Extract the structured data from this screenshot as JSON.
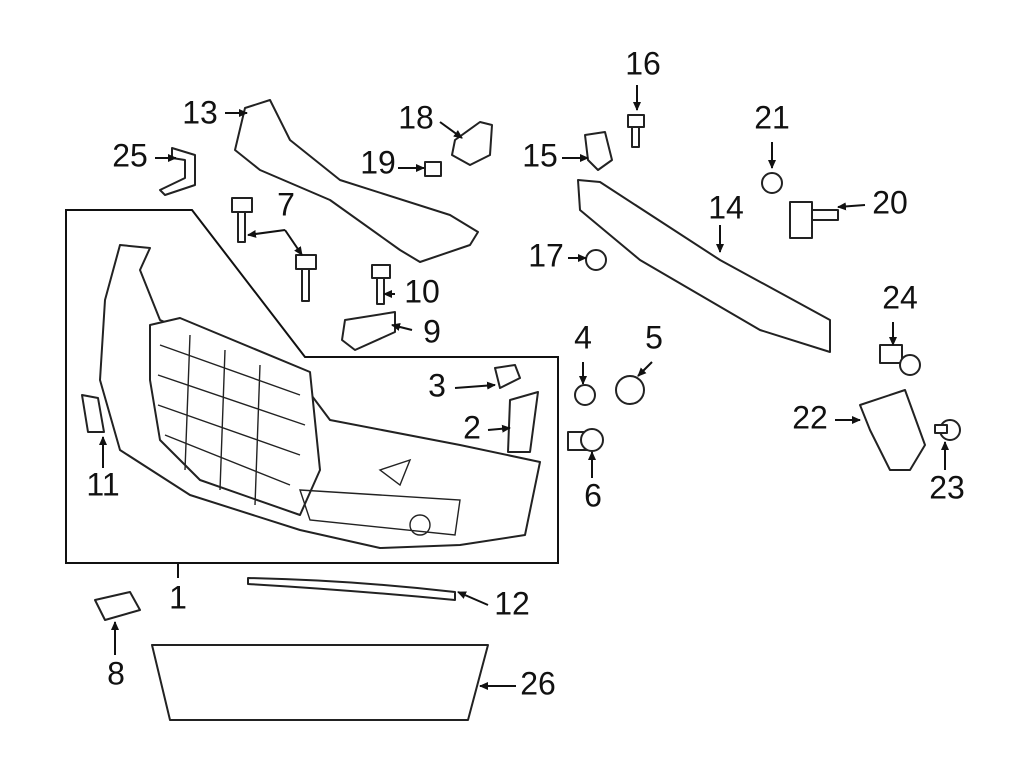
{
  "diagram": {
    "callouts": [
      "1",
      "2",
      "3",
      "4",
      "5",
      "6",
      "7",
      "8",
      "9",
      "10",
      "11",
      "12",
      "13",
      "14",
      "15",
      "16",
      "17",
      "18",
      "19",
      "20",
      "21",
      "22",
      "23",
      "24",
      "25",
      "26"
    ],
    "line_color": "#222222",
    "background": "#ffffff"
  }
}
